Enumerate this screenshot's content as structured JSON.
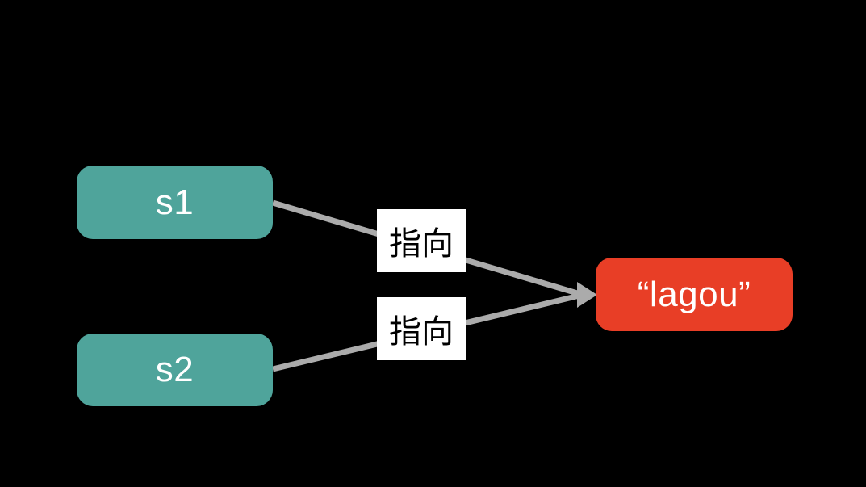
{
  "diagram": {
    "background_color": "#000000",
    "nodes": [
      {
        "id": "s1",
        "label": "s1",
        "fill_color": "#4FA49B",
        "text_color": "#FFFFFF",
        "shape": "rounded-rect"
      },
      {
        "id": "s2",
        "label": "s2",
        "fill_color": "#4FA49B",
        "text_color": "#FFFFFF",
        "shape": "rounded-rect"
      },
      {
        "id": "lagou",
        "label": "“lagou”",
        "fill_color": "#E83E26",
        "text_color": "#FFFFFF",
        "shape": "rounded-rect"
      }
    ],
    "edges": [
      {
        "from": "s1",
        "to": "lagou",
        "label": "指向",
        "line_color": "#ABABAB"
      },
      {
        "from": "s2",
        "to": "lagou",
        "label": "指向",
        "line_color": "#ABABAB"
      }
    ]
  }
}
